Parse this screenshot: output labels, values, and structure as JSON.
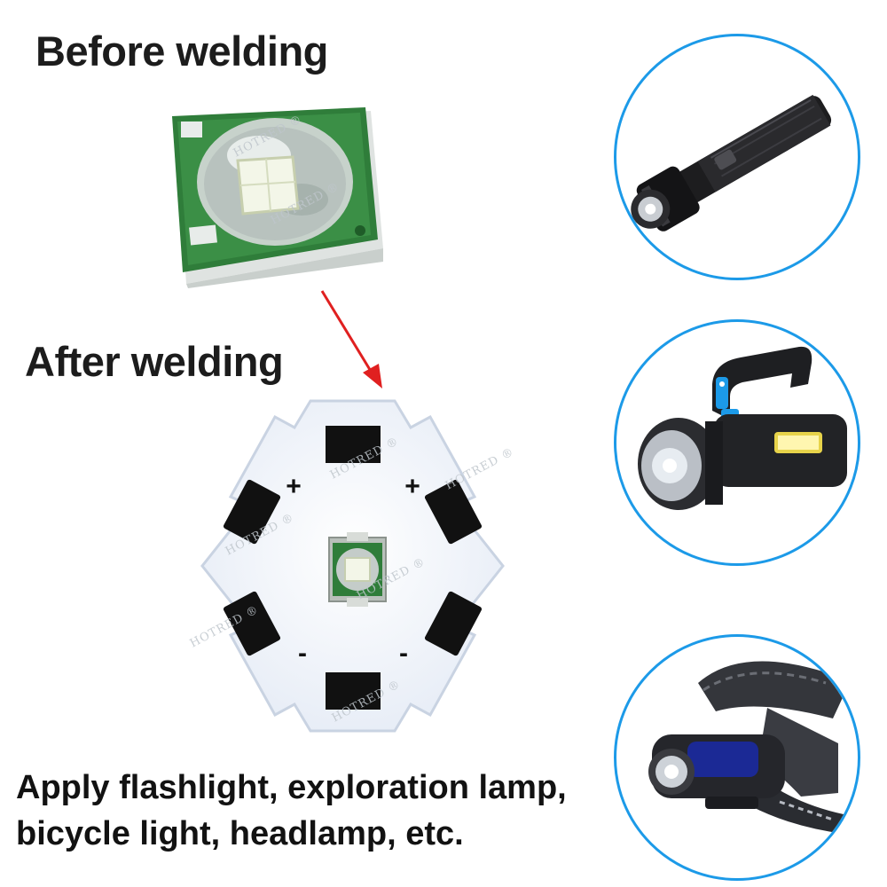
{
  "headings": {
    "before": "Before welding",
    "after": "After welding"
  },
  "caption": {
    "line1": "Apply flashlight, exploration lamp,",
    "line2": "bicycle light, headlamp, etc."
  },
  "watermark": "HOTRED",
  "board_marks": {
    "plus": "+",
    "minus": "-"
  },
  "colors": {
    "ring_border": "#1c9ae8",
    "arrow": "#e02020",
    "pcb_green": "#2f7d3a",
    "led_white": "#f3f6e8"
  },
  "applications": [
    {
      "icon": "flashlight-icon"
    },
    {
      "icon": "searchlight-icon"
    },
    {
      "icon": "headlamp-icon"
    }
  ]
}
